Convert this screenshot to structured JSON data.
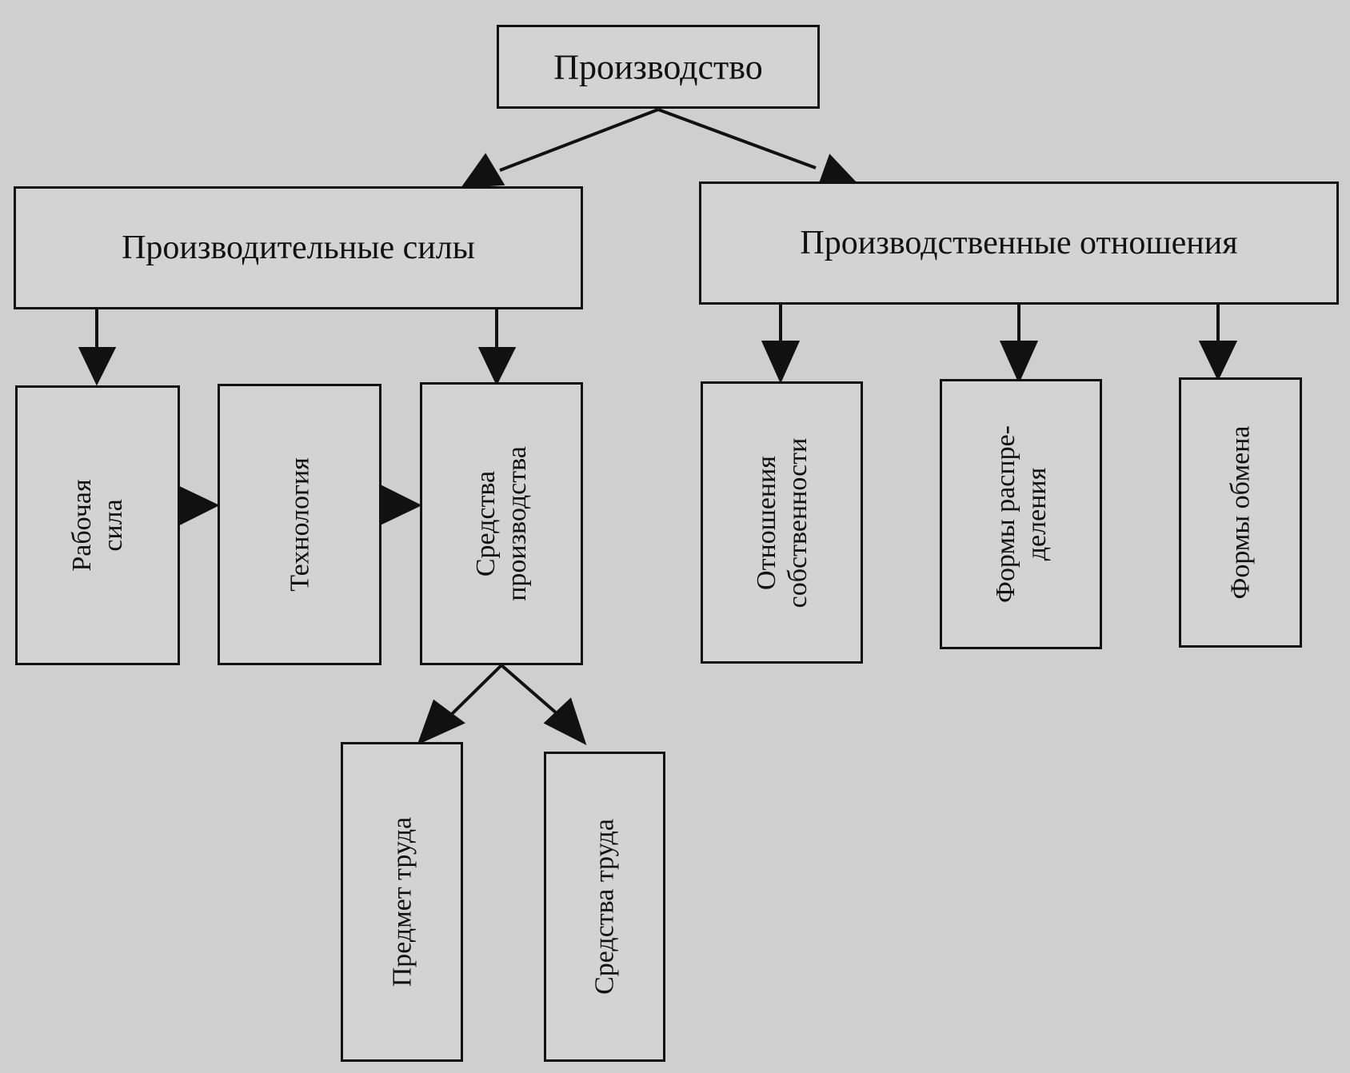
{
  "nodes": {
    "root": "Производство",
    "forces": "Производительные силы",
    "relations": "Производственные отношения",
    "labor_power": [
      "Рабочая",
      "сила"
    ],
    "technology": "Технология",
    "means_production": [
      "Средства",
      "производства"
    ],
    "property": [
      "Отношения",
      "собственности"
    ],
    "distribution": [
      "Формы распре-",
      "деления"
    ],
    "exchange": "Формы обмена",
    "object_labor": "Предмет труда",
    "means_labor": "Средства труда"
  },
  "colors": {
    "background": "#cfcfcf",
    "line": "#111111"
  }
}
